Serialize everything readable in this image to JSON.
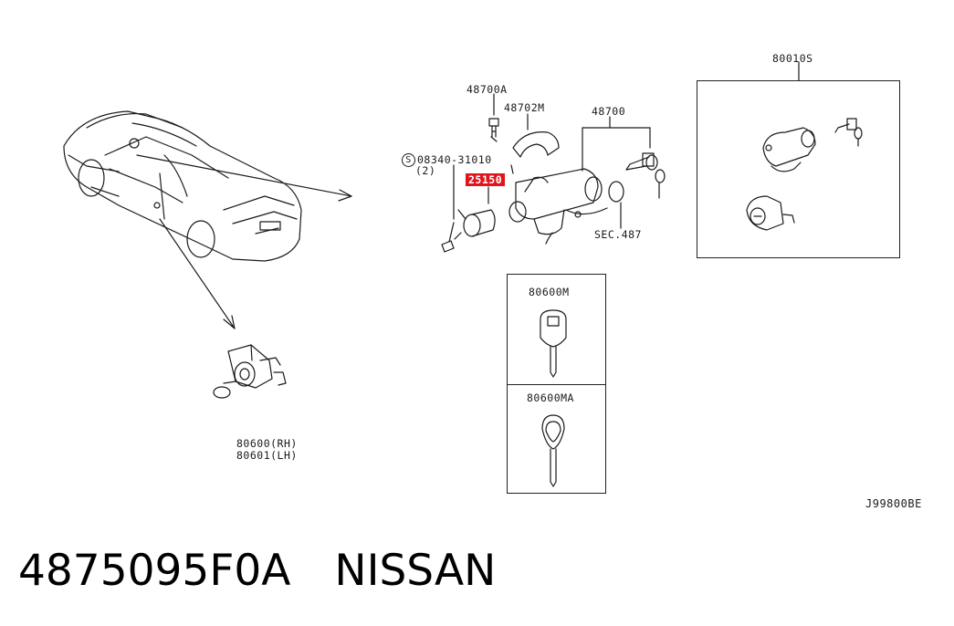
{
  "callouts": {
    "p48700A": "48700A",
    "p48702M": "48702M",
    "p48700": "48700",
    "bolt_symbol": "S",
    "bolt_part": "08340-31010",
    "bolt_qty": "(2)",
    "highlighted_part": "25150",
    "sec_ref": "SEC.487",
    "kit_part": "80010S",
    "key_master": "80600M",
    "key_sub": "80600MA",
    "door_rh": "80600(RH)",
    "door_lh": "80601(LH)"
  },
  "diagram_ref": "J99800BE",
  "footer": {
    "part_number": "4875095F0A",
    "brand": "NISSAN"
  },
  "colors": {
    "highlight": "#e0141b",
    "line": "#1a1a1a"
  }
}
